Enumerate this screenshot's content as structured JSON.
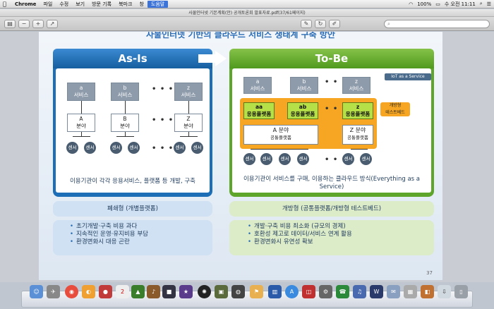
{
  "menubar": {
    "app": "Chrome",
    "items": [
      "파일",
      "수정",
      "보기",
      "방문 기록",
      "북마크",
      "창",
      "도움말"
    ],
    "battery": "100%",
    "clock": "수 오전 11:11"
  },
  "window": {
    "title": "사물인터넷 기본계획(안) 공개토론회 발표자료.pdf(37/61페이지)"
  },
  "slide": {
    "title": "사물인터넷 기반의 클라우드 서비스 생태계 구축 방안",
    "as_is": {
      "header": "As-Is",
      "services": [
        {
          "l1": "a",
          "l2": "서비스"
        },
        {
          "l1": "b",
          "l2": "서비스"
        },
        {
          "l1": "z",
          "l2": "서비스"
        }
      ],
      "areas": [
        {
          "l1": "A",
          "l2": "분야"
        },
        {
          "l1": "B",
          "l2": "분야"
        },
        {
          "l1": "Z",
          "l2": "분야"
        }
      ],
      "sensor": "센서",
      "dots": "• • •",
      "desc": "이용기관이 각각 응용서비스, 플랫폼 등 개발, 구축",
      "type": "폐쇄형 (개별플랫폼)",
      "points": [
        "초기개발·구축 비용 과다",
        "지속적인 운영·유지비용 부담",
        "환경변화시 대응 곤란"
      ]
    },
    "to_be": {
      "header": "To-Be",
      "services": [
        {
          "l1": "a",
          "l2": "서비스"
        },
        {
          "l1": "b",
          "l2": "서비스"
        },
        {
          "l1": "z",
          "l2": "서비스"
        }
      ],
      "iot_tag": "IoT as a Service",
      "platforms": [
        {
          "l1": "aa",
          "l2": "응용플랫폼"
        },
        {
          "l1": "ab",
          "l2": "응용플랫폼"
        },
        {
          "l1": "z",
          "l2": "응용플랫폼"
        }
      ],
      "testbed_tag_l1": "개방형",
      "testbed_tag_l2": "테스트베드",
      "common_a": {
        "l1": "A 분야",
        "l2": "공통플랫폼"
      },
      "common_z": {
        "l1": "Z 분야",
        "l2": "공통플랫폼"
      },
      "sensor": "센서",
      "dots": "• • •",
      "desc": "이용기관이 서비스를 구매, 이용하는 클라우드 방식(Everything as a Service)",
      "type": "개방형 (공통플랫폼/개방형 테스트베드)",
      "points": [
        "개발·구축 비용 최소화 (규모의 경제)",
        "호환성 제고로 데이터/서비스 연계 활용",
        "환경변화시 유연성 확보"
      ]
    },
    "page_number": "37"
  },
  "colors": {
    "as_is": "#1c6fb7",
    "to_be": "#5ea52c",
    "orange": "#f6a623"
  }
}
